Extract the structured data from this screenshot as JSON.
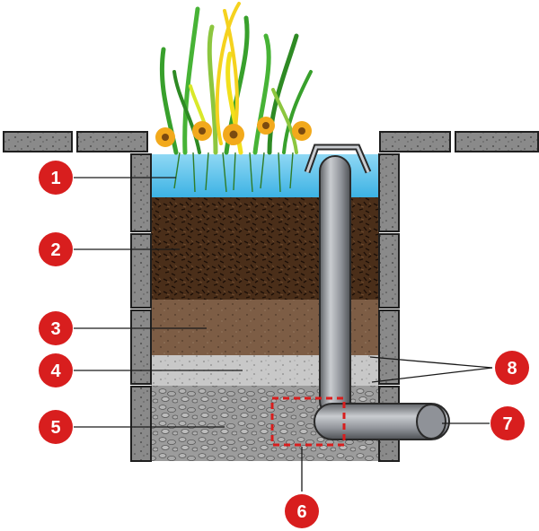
{
  "diagram": {
    "type": "bioretention cell cross-section",
    "colors": {
      "marker": "#d81e1e",
      "ponding_water": "#5cc4ec",
      "topsoil": "#4a2e19",
      "planting_soil": "#7d5d45",
      "choker_layer": "#c8c8c8",
      "gravel": "#9c9c9c",
      "block": "#8a8a8a",
      "pipe": "#8f9298",
      "leaf": "#38a02c",
      "flower": "#f2a91c"
    },
    "callouts": [
      {
        "id": "callout-1",
        "number": "1"
      },
      {
        "id": "callout-2",
        "number": "2"
      },
      {
        "id": "callout-3",
        "number": "3"
      },
      {
        "id": "callout-4",
        "number": "4"
      },
      {
        "id": "callout-5",
        "number": "5"
      },
      {
        "id": "callout-6",
        "number": "6"
      },
      {
        "id": "callout-7",
        "number": "7"
      },
      {
        "id": "callout-8",
        "number": "8"
      }
    ]
  }
}
